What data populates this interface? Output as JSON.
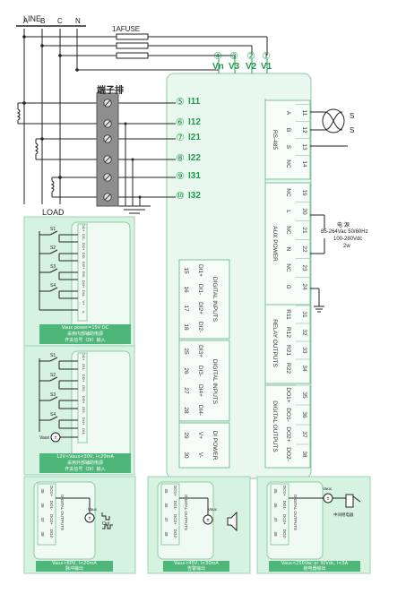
{
  "labels": {
    "line": "LINE",
    "load": "LOAD",
    "fuse": "1AFUSE",
    "terminal_block": "端子排",
    "phases": [
      "A",
      "B",
      "C",
      "N"
    ],
    "voltage_inputs": [
      {
        "num": "④",
        "name": "Vn"
      },
      {
        "num": "③",
        "name": "V3"
      },
      {
        "num": "②",
        "name": "V2"
      },
      {
        "num": "①",
        "name": "V1"
      }
    ],
    "current_inputs": [
      {
        "num": "⑤",
        "name": "I11"
      },
      {
        "num": "⑥",
        "name": "I12"
      },
      {
        "num": "⑦",
        "name": "I21"
      },
      {
        "num": "⑧",
        "name": "I22"
      },
      {
        "num": "⑨",
        "name": "I31"
      },
      {
        "num": "⑩",
        "name": "I32"
      }
    ]
  },
  "rs485": {
    "title": "RS-485",
    "pins": [
      {
        "num": "11",
        "name": "A"
      },
      {
        "num": "12",
        "name": "B"
      },
      {
        "num": "13",
        "name": "S"
      },
      {
        "num": "14",
        "name": "NC"
      }
    ],
    "shield_label": "S"
  },
  "aux_power": {
    "title": "AUX POWER",
    "pins": [
      {
        "num": "19",
        "name": "NC"
      },
      {
        "num": "20",
        "name": "L"
      },
      {
        "num": "21",
        "name": "NC"
      },
      {
        "num": "22",
        "name": "N"
      },
      {
        "num": "23",
        "name": "NC"
      },
      {
        "num": "24",
        "name": "G"
      }
    ],
    "spec_title": "电  源",
    "spec_lines": [
      "85-264Vac   50/60Hz",
      "100-280Vdc",
      "2w"
    ]
  },
  "relay_outputs": {
    "title": "RELAY OUTPUTS",
    "pins": [
      {
        "num": "31",
        "name": "R11"
      },
      {
        "num": "32",
        "name": "R12"
      },
      {
        "num": "33",
        "name": "R21"
      },
      {
        "num": "34",
        "name": "R22"
      }
    ]
  },
  "digital_outputs": {
    "title": "DIGITAL OUTPUTS",
    "pins": [
      {
        "num": "35",
        "name": "DO1+"
      },
      {
        "num": "36",
        "name": "DO1-"
      },
      {
        "num": "37",
        "name": "DO2+"
      },
      {
        "num": "38",
        "name": "DO2-"
      }
    ]
  },
  "digital_inputs_1": {
    "title": "DIGITAL INPUTS",
    "pins": [
      {
        "num": "15",
        "name": "DI1+"
      },
      {
        "num": "16",
        "name": "DI1-"
      },
      {
        "num": "17",
        "name": "DI2+"
      },
      {
        "num": "18",
        "name": "DI2-"
      }
    ]
  },
  "digital_inputs_2": {
    "title": "DIGITAL INPUTS",
    "pins": [
      {
        "num": "25",
        "name": "DI3+"
      },
      {
        "num": "26",
        "name": "DI3-"
      },
      {
        "num": "27",
        "name": "DI4+"
      },
      {
        "num": "28",
        "name": "DI4-"
      }
    ]
  },
  "di_power": {
    "title": "DI POWER",
    "pins": [
      {
        "num": "29",
        "name": "V+"
      },
      {
        "num": "30",
        "name": "V-"
      }
    ]
  },
  "mini_di_1": {
    "switches": [
      "S1",
      "S2",
      "S3",
      "S4"
    ],
    "pin_labels": [
      "DI1+",
      "DI1-",
      "DI2+",
      "DI2-",
      "DI3+",
      "DI3-",
      "DI4+",
      "DI4-",
      "V+",
      "V-"
    ],
    "caption_lines": [
      "Vaux power=15V DC",
      "采用内部辅助电源",
      "开关信号（DI）输入"
    ]
  },
  "mini_di_2": {
    "switches": [
      "S1",
      "S2",
      "S3",
      "S4"
    ],
    "pin_labels": [
      "DI1+",
      "DI1-",
      "DI2+",
      "DI2-",
      "DI3+",
      "DI3-",
      "DI4+",
      "DI4-"
    ],
    "vaux": "Vaux",
    "caption_lines": [
      "12V<Vaux<30V, I<20mA",
      "采用外部辅助电源",
      "开关信号（DI）输入"
    ]
  },
  "mini_out_1": {
    "pins": [
      "35",
      "36",
      "37",
      "38"
    ],
    "pin_labels": [
      "DO1+",
      "DO1-",
      "DO2+",
      "DO2-"
    ],
    "title": "DIGITAL OUTPUTS",
    "vaux": "Vaux",
    "out": "Out",
    "caption_lines": [
      "Vaux<60V, I<20mA",
      "脉冲输出"
    ]
  },
  "mini_out_2": {
    "pins": [
      "35",
      "36",
      "37",
      "38"
    ],
    "pin_labels": [
      "DO1+",
      "DO1-",
      "DO2+",
      "DO2-"
    ],
    "title": "DIGITAL OUTPUTS",
    "vaux": "Vaux",
    "caption_lines": [
      "Vaux<45V, I<30mA",
      "告警输出"
    ]
  },
  "mini_out_3": {
    "pins": [
      "35",
      "36",
      "37",
      "38"
    ],
    "pin_labels": [
      "DO1+",
      "DO1-",
      "DO2+",
      "DO2-"
    ],
    "title": "DIGITAL OUTPUTS",
    "vaux": "Vaux",
    "relay_label": "中间继电器",
    "caption_lines": [
      "Vaux<250Vac or 30Vdc, I<3A",
      "继电器输出"
    ]
  },
  "colors": {
    "panel": "#e9f8ee",
    "panel_border": "#8fcaa3",
    "accent": "#1f9a4e",
    "line": "#222222",
    "caption_bg": "#2f7f4f"
  }
}
